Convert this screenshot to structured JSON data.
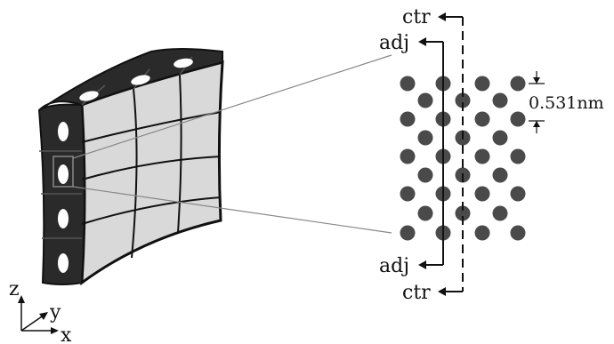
{
  "labels": {
    "ctr_top": "ctr",
    "adj_top": "adj",
    "adj_bottom": "adj",
    "ctr_bottom": "ctr",
    "spacing": "0.531nm"
  },
  "axes": {
    "z": "z",
    "y": "y",
    "x": "x"
  },
  "colors": {
    "block_face": "#d9d9d9",
    "block_edge": "#2a2a2a",
    "hole": "#ffffff",
    "atom": "#4a4a4a"
  }
}
